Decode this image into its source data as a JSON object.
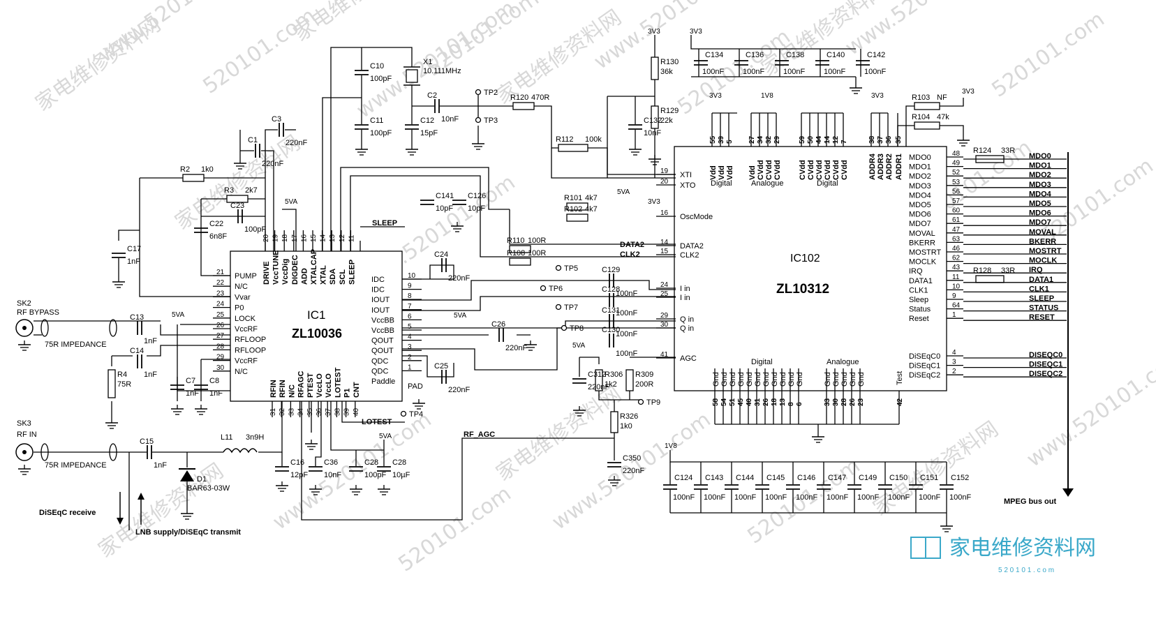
{
  "watermark": {
    "site_text": "家电维修资料网",
    "site_url": "www.520101.com",
    "repeat_url": "520101.com",
    "logo_text": "家电维修资料网",
    "logo_url": "5 2 0 1 0 1 . c o m",
    "logo_color": "#3aa8c9"
  },
  "ic1": {
    "ref": "IC1",
    "part": "ZL10036",
    "pins_top": [
      {
        "num": "20",
        "name": "DRIVE"
      },
      {
        "num": "19",
        "name": "VccTUNE"
      },
      {
        "num": "18",
        "name": "VccDig"
      },
      {
        "num": "17",
        "name": "DIGDEC"
      },
      {
        "num": "16",
        "name": "ADD"
      },
      {
        "num": "15",
        "name": "XTALCAP"
      },
      {
        "num": "14",
        "name": "XTAL"
      },
      {
        "num": "13",
        "name": "SDA"
      },
      {
        "num": "12",
        "name": "SCL"
      },
      {
        "num": "11",
        "name": "SLEEP"
      }
    ],
    "pins_left": [
      {
        "num": "21",
        "name": "PUMP"
      },
      {
        "num": "22",
        "name": "N/C"
      },
      {
        "num": "23",
        "name": "Vvar"
      },
      {
        "num": "24",
        "name": "P0"
      },
      {
        "num": "25",
        "name": "LOCK"
      },
      {
        "num": "26",
        "name": "VccRF"
      },
      {
        "num": "27",
        "name": "RFLOOP"
      },
      {
        "num": "28",
        "name": "RFLOOP"
      },
      {
        "num": "29",
        "name": "VccRF"
      },
      {
        "num": "30",
        "name": "N/C"
      }
    ],
    "pins_right": [
      {
        "num": "10",
        "name": "IDC"
      },
      {
        "num": "9",
        "name": "IDC"
      },
      {
        "num": "8",
        "name": "IOUT"
      },
      {
        "num": "7",
        "name": "IOUT"
      },
      {
        "num": "6",
        "name": "VccBB"
      },
      {
        "num": "5",
        "name": "VccBB"
      },
      {
        "num": "4",
        "name": "QOUT"
      },
      {
        "num": "3",
        "name": "QOUT"
      },
      {
        "num": "2",
        "name": "QDC"
      },
      {
        "num": "1",
        "name": "QDC"
      },
      {
        "num": "",
        "name": "Paddle"
      }
    ],
    "pins_bottom": [
      {
        "num": "31",
        "name": "RFIN"
      },
      {
        "num": "32",
        "name": "RFIN"
      },
      {
        "num": "33",
        "name": "N/C"
      },
      {
        "num": "34",
        "name": "RFAGC"
      },
      {
        "num": "35",
        "name": "PTEST"
      },
      {
        "num": "36",
        "name": "VccLO"
      },
      {
        "num": "37",
        "name": "VccLO"
      },
      {
        "num": "38",
        "name": "LOTEST"
      },
      {
        "num": "39",
        "name": "P1"
      },
      {
        "num": "40",
        "name": "CNT"
      }
    ],
    "pad_label": "PAD"
  },
  "ic102": {
    "ref": "IC102",
    "part": "ZL10312",
    "pins_top": [
      {
        "num": "55",
        "name": "Vdd"
      },
      {
        "num": "39",
        "name": "Vdd"
      },
      {
        "num": "5",
        "name": "Vdd"
      },
      {
        "num": "27",
        "name": "Vdd"
      },
      {
        "num": "34",
        "name": "CVdd"
      },
      {
        "num": "32",
        "name": "CVdd"
      },
      {
        "num": "29",
        "name": "CVdd"
      },
      {
        "num": "59",
        "name": "CVdd"
      },
      {
        "num": "50",
        "name": "CVdd"
      },
      {
        "num": "44",
        "name": "CVdd"
      },
      {
        "num": "14",
        "name": "CVdd"
      },
      {
        "num": "12",
        "name": "CVdd"
      },
      {
        "num": "7",
        "name": "CVdd"
      },
      {
        "num": "38",
        "name": "ADDR4"
      },
      {
        "num": "37",
        "name": "ADDR3"
      },
      {
        "num": "36",
        "name": "ADDR2"
      },
      {
        "num": "35",
        "name": "ADDR1"
      }
    ],
    "top_groups": [
      "Digital",
      "Analogue",
      "Digital"
    ],
    "pins_left": [
      {
        "num": "19",
        "name": "XTI"
      },
      {
        "num": "20",
        "name": "XTO"
      },
      {
        "num": "16",
        "name": "OscMode"
      },
      {
        "num": "14",
        "name": "DATA2"
      },
      {
        "num": "15",
        "name": "CLK2"
      },
      {
        "num": "24",
        "name": "I in"
      },
      {
        "num": "25",
        "name": "I in"
      },
      {
        "num": "29",
        "name": "Q in"
      },
      {
        "num": "30",
        "name": "Q in"
      },
      {
        "num": "41",
        "name": "AGC"
      }
    ],
    "pins_right": [
      {
        "num": "48",
        "name": "MDO0"
      },
      {
        "num": "49",
        "name": "MDO1"
      },
      {
        "num": "52",
        "name": "MDO2"
      },
      {
        "num": "53",
        "name": "MDO3"
      },
      {
        "num": "56",
        "name": "MDO4"
      },
      {
        "num": "57",
        "name": "MDO5"
      },
      {
        "num": "60",
        "name": "MDO6"
      },
      {
        "num": "61",
        "name": "MDO7"
      },
      {
        "num": "47",
        "name": "MOVAL"
      },
      {
        "num": "63",
        "name": "BKERR"
      },
      {
        "num": "46",
        "name": "MOSTRT"
      },
      {
        "num": "62",
        "name": "MOCLK"
      },
      {
        "num": "43",
        "name": "IRQ"
      },
      {
        "num": "11",
        "name": "DATA1"
      },
      {
        "num": "10",
        "name": "CLK1"
      },
      {
        "num": "9",
        "name": "Sleep"
      },
      {
        "num": "64",
        "name": "Status"
      },
      {
        "num": "1",
        "name": "Reset"
      },
      {
        "num": "4",
        "name": "DiSEqC0"
      },
      {
        "num": "3",
        "name": "DiSEqC1"
      },
      {
        "num": "2",
        "name": "DiSEqC2"
      }
    ],
    "bottom_groups": [
      "Digital",
      "Analogue"
    ],
    "test_label": "Test",
    "gnd_label": "Gnd",
    "pins_bottom_digital": [
      "58",
      "54",
      "51",
      "45",
      "40",
      "31",
      "26",
      "18",
      "13",
      "8",
      "6"
    ],
    "pins_bottom_analogue": [
      "33",
      "30",
      "28",
      "26",
      "23"
    ],
    "pin_test": "42"
  },
  "bus_signals": [
    "MDO0",
    "MDO1",
    "MDO2",
    "MDO3",
    "MDO4",
    "MDO5",
    "MDO6",
    "MDO7",
    "MOVAL",
    "BKERR",
    "MOSTRT",
    "MOCLK",
    "IRQ",
    "DATA1",
    "CLK1",
    "SLEEP",
    "STATUS",
    "RESET",
    "DISEQC0",
    "DISEQC1",
    "DISEQC2"
  ],
  "bus_out_label": "MPEG bus out",
  "net_labels": {
    "sleep": "SLEEP",
    "lotest": "LOTEST",
    "rf_agc": "RF_AGC",
    "data2": "DATA2",
    "clk2": "CLK2"
  },
  "connectors": {
    "sk2_ref": "SK2",
    "sk2_name": "RF BYPASS",
    "sk2_imp": "75R IMPEDANCE",
    "sk3_ref": "SK3",
    "sk3_name": "RF IN",
    "sk3_imp": "75R IMPEDANCE"
  },
  "rails": {
    "v5a": "5VA",
    "v3v3": "3V3",
    "v1v8": "1V8"
  },
  "testpoints": [
    "TP2",
    "TP3",
    "TP4",
    "TP5",
    "TP6",
    "TP7",
    "TP8",
    "TP9"
  ],
  "components": {
    "X1": {
      "ref": "X1",
      "value": "10.111MHz"
    },
    "C10": {
      "ref": "C10",
      "value": "100pF"
    },
    "C11": {
      "ref": "C11",
      "value": "100pF"
    },
    "C2": {
      "ref": "C2",
      "value": "10nF"
    },
    "C12": {
      "ref": "C12",
      "value": "15pF"
    },
    "R120": {
      "ref": "R120",
      "value": "470R"
    },
    "R112": {
      "ref": "R112",
      "value": "100k"
    },
    "C3": {
      "ref": "C3",
      "value": "220nF"
    },
    "C1": {
      "ref": "C1",
      "value": "220nF"
    },
    "R2": {
      "ref": "R2",
      "value": "1k0"
    },
    "R3": {
      "ref": "R3",
      "value": "2k7"
    },
    "C23": {
      "ref": "C23",
      "value": "100pF"
    },
    "C22": {
      "ref": "C22",
      "value": "6n8F"
    },
    "C17": {
      "ref": "C17",
      "value": "1nF"
    },
    "C141": {
      "ref": "C141",
      "value": "10pF"
    },
    "C126": {
      "ref": "C126",
      "value": "10pF"
    },
    "C24": {
      "ref": "C24",
      "value": "220nF"
    },
    "C26": {
      "ref": "C26",
      "value": "220nF"
    },
    "C25": {
      "ref": "C25",
      "value": "220nF"
    },
    "R101": {
      "ref": "R101",
      "value": "4k7"
    },
    "R102": {
      "ref": "R102",
      "value": "4k7"
    },
    "R110": {
      "ref": "R110",
      "value": "100R"
    },
    "R108": {
      "ref": "R108",
      "value": "100R"
    },
    "C129": {
      "ref": "C129",
      "value": "100nF"
    },
    "C128": {
      "ref": "C128",
      "value": "100nF"
    },
    "C131": {
      "ref": "C131",
      "value": "100nF"
    },
    "C130": {
      "ref": "C130",
      "value": "100nF"
    },
    "C13": {
      "ref": "C13",
      "value": "1nF"
    },
    "C14": {
      "ref": "C14",
      "value": "1nF"
    },
    "R4": {
      "ref": "R4",
      "value": "75R"
    },
    "C7": {
      "ref": "C7",
      "value": "1nF"
    },
    "C8": {
      "ref": "C8",
      "value": "1nF"
    },
    "L11": {
      "ref": "L11",
      "value": "3n9H"
    },
    "C15": {
      "ref": "C15",
      "value": "1nF"
    },
    "D1": {
      "ref": "D1",
      "value": "BAR63-03W"
    },
    "C16": {
      "ref": "C16",
      "value": "12pF"
    },
    "C36": {
      "ref": "C36",
      "value": "10nF"
    },
    "C28a": {
      "ref": "C28",
      "value": "100pF"
    },
    "C28b": {
      "ref": "C28",
      "value": "10µF"
    },
    "R130": {
      "ref": "R130",
      "value": "36k"
    },
    "R129": {
      "ref": "R129",
      "value": "22k"
    },
    "C132": {
      "ref": "C132",
      "value": "10nF"
    },
    "C134": {
      "ref": "C134",
      "value": "100nF"
    },
    "C136": {
      "ref": "C136",
      "value": "100nF"
    },
    "C138": {
      "ref": "C138",
      "value": "100nF"
    },
    "C140": {
      "ref": "C140",
      "value": "100nF"
    },
    "C142": {
      "ref": "C142",
      "value": "100nF"
    },
    "R103": {
      "ref": "R103",
      "value": "NF"
    },
    "R104": {
      "ref": "R104",
      "value": "47k"
    },
    "R124": {
      "ref": "R124",
      "value": "33R"
    },
    "R128": {
      "ref": "R128",
      "value": "33R"
    },
    "R306": {
      "ref": "R306",
      "value": "1k2"
    },
    "R309": {
      "ref": "R309",
      "value": "200R"
    },
    "C312": {
      "ref": "C312",
      "value": "220nF"
    },
    "R326": {
      "ref": "R326",
      "value": "1k0"
    },
    "C350": {
      "ref": "C350",
      "value": "220nF"
    },
    "decoupling_1v8": [
      {
        "ref": "C124",
        "value": "100nF"
      },
      {
        "ref": "C143",
        "value": "100nF"
      },
      {
        "ref": "C144",
        "value": "100nF"
      },
      {
        "ref": "C145",
        "value": "100nF"
      },
      {
        "ref": "C146",
        "value": "100nF"
      },
      {
        "ref": "C147",
        "value": "100nF"
      },
      {
        "ref": "C149",
        "value": "100nF"
      },
      {
        "ref": "C150",
        "value": "100nF"
      },
      {
        "ref": "C151",
        "value": "100nF"
      },
      {
        "ref": "C152",
        "value": "100nF"
      }
    ]
  },
  "annotations": {
    "diseqc_rx": "DiSEqC receive",
    "lnb_tx": "LNB supply/DiSEqC transmit"
  }
}
